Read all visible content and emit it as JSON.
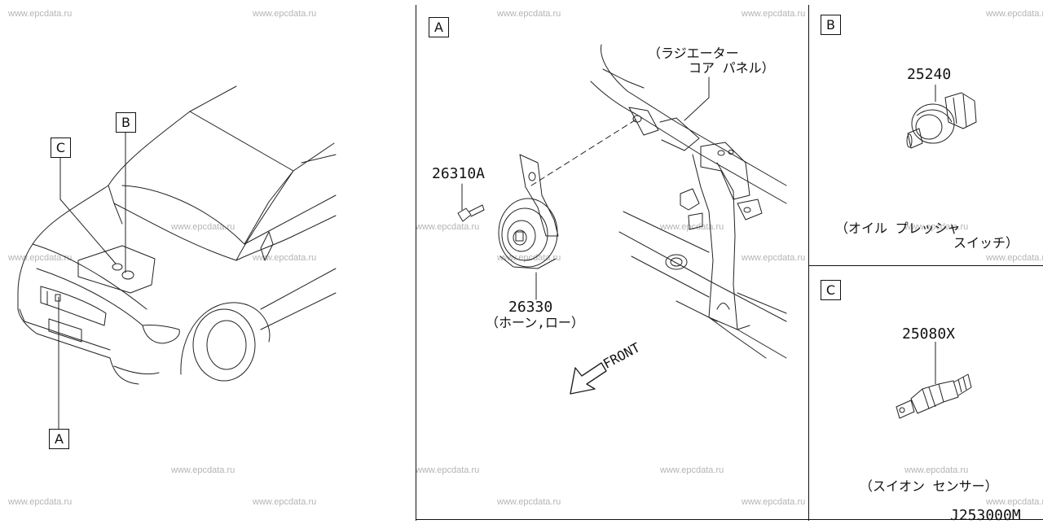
{
  "watermark": "www.epcdata.ru",
  "callouts": {
    "a": "A",
    "b": "B",
    "c": "C"
  },
  "panel_a": {
    "radiator_label_line1": "（ラジエーター",
    "radiator_label_line2": "コア パネル）",
    "bolt_part": "26310A",
    "horn_part": "26330",
    "horn_label": "（ホーン,ロー）",
    "front_label": "FRONT"
  },
  "panel_b": {
    "part": "25240",
    "label_line1": "（オイル  プレッシャ",
    "label_line2": "スイッチ）"
  },
  "panel_c": {
    "part": "25080X",
    "label": "（スイオン センサー）"
  },
  "diagram_code": "J253000M"
}
